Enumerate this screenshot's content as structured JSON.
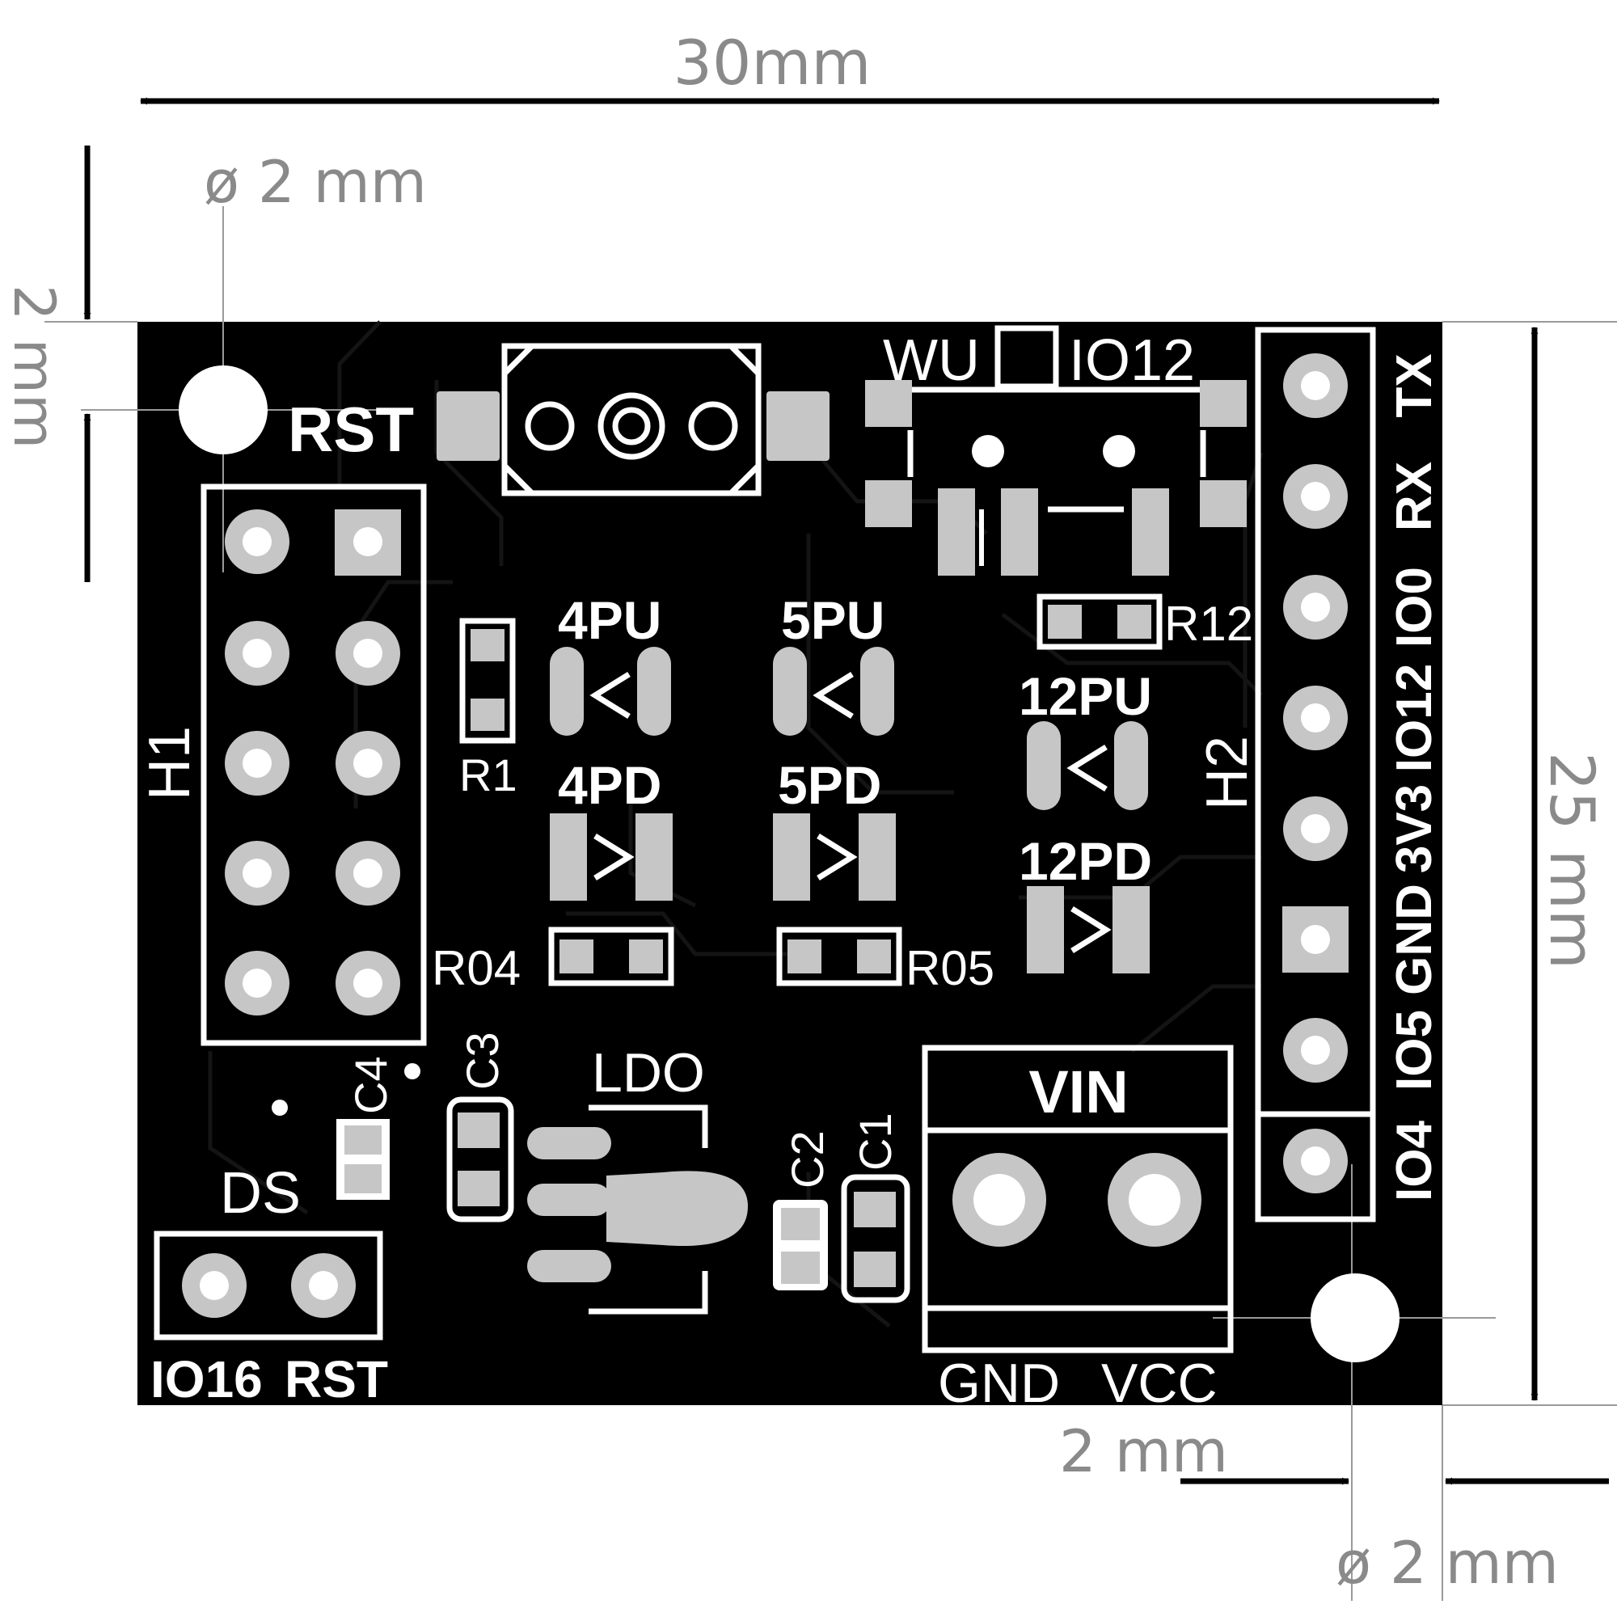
{
  "dimensions": {
    "width": "30mm",
    "height": "25 mm",
    "mounting_hole_top": "ø 2 mm",
    "mounting_hole_bottom": "ø 2 mm",
    "margin_left": "2 mm",
    "margin_bottom": "2 mm"
  },
  "silkscreen": {
    "rst_button": "RST",
    "h1": "H1",
    "h2": "H2",
    "wu": "WU",
    "io12": "IO12",
    "r1": "R1",
    "r12": "R12",
    "pu4": "4PU",
    "pd4": "4PD",
    "pu5": "5PU",
    "pd5": "5PD",
    "pu12": "12PU",
    "pd12": "12PD",
    "r04": "R04",
    "r05": "R05",
    "c1": "C1",
    "c2": "C2",
    "c3": "C3",
    "c4": "C4",
    "ldo": "LDO",
    "ds": "DS",
    "io16": "IO16",
    "rst_ds": "RST",
    "vin": "VIN",
    "gnd": "GND",
    "vcc": "VCC"
  },
  "h2_pins": [
    "TX",
    "RX",
    "IO0",
    "IO12",
    "3V3",
    "GND",
    "IO5",
    "IO4"
  ],
  "colors": {
    "board": "#000000",
    "silk": "#ffffff",
    "pad": "#c6c6c6",
    "dimension": "#8a8a8a"
  }
}
